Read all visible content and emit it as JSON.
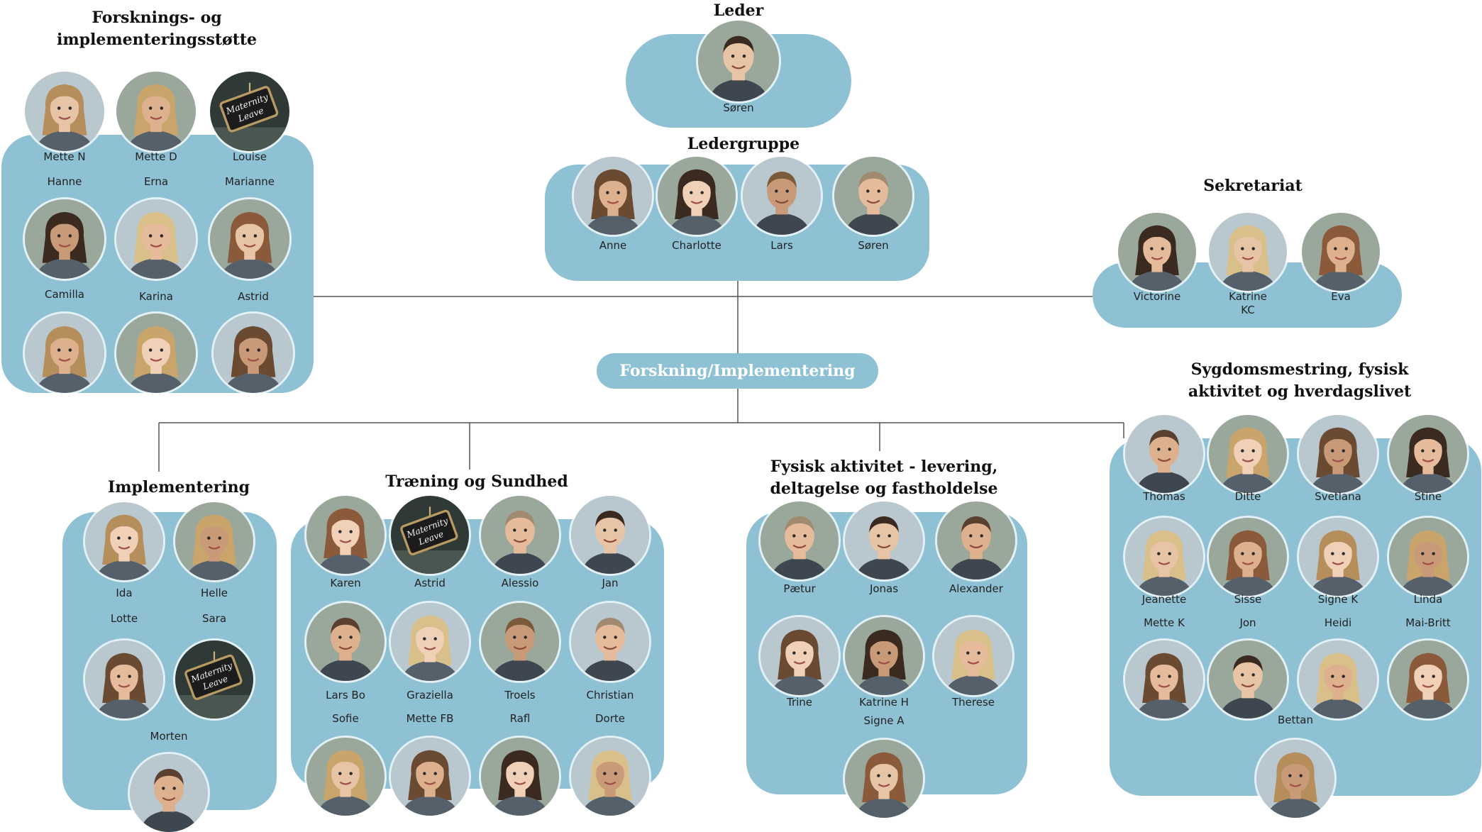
{
  "colors": {
    "panel": "#8fc1d4",
    "connector": "#555555",
    "heading": "#111111",
    "name": "#222222"
  },
  "hub_label": "Forskning/Implementering",
  "groups": [
    {
      "id": "leder",
      "heading": "Leder",
      "members": [
        {
          "name": "Søren",
          "photo": "man-photo"
        }
      ]
    },
    {
      "id": "ledergruppe",
      "heading": "Ledergruppe",
      "members": [
        {
          "name": "Anne",
          "photo": "woman-photo"
        },
        {
          "name": "Charlotte",
          "photo": "woman-photo"
        },
        {
          "name": "Lars",
          "photo": "man-photo"
        },
        {
          "name": "Søren",
          "photo": "man-photo"
        }
      ]
    },
    {
      "id": "forskningsstotte",
      "heading": "Forsknings- og\nimplementeringsstøtte",
      "members": [
        {
          "name": "Mette N",
          "photo": "woman-photo"
        },
        {
          "name": "Mette D",
          "photo": "woman-photo"
        },
        {
          "name": "Louise",
          "photo": "maternity-leave-sign"
        },
        {
          "name": "Hanne",
          "photo": "woman-photo"
        },
        {
          "name": "Erna",
          "photo": "woman-photo"
        },
        {
          "name": "Marianne",
          "photo": "woman-photo"
        },
        {
          "name": "Camilla",
          "photo": "woman-photo"
        },
        {
          "name": "Karina",
          "photo": "woman-photo"
        },
        {
          "name": "Astrid",
          "photo": "woman-photo"
        }
      ]
    },
    {
      "id": "sekretariat",
      "heading": "Sekretariat",
      "members": [
        {
          "name": "Victorine",
          "photo": "woman-photo"
        },
        {
          "name": "Katrine\nKC",
          "photo": "woman-photo"
        },
        {
          "name": "Eva",
          "photo": "woman-photo"
        }
      ]
    },
    {
      "id": "implementering",
      "heading": "Implementering",
      "members": [
        {
          "name": "Ida",
          "photo": "woman-photo"
        },
        {
          "name": "Helle",
          "photo": "woman-photo"
        },
        {
          "name": "Lotte",
          "photo": "woman-photo"
        },
        {
          "name": "Sara",
          "photo": "maternity-leave-sign"
        },
        {
          "name": "Morten",
          "photo": "man-photo"
        }
      ]
    },
    {
      "id": "traening",
      "heading": "Træning og Sundhed",
      "members": [
        {
          "name": "Karen",
          "photo": "woman-photo"
        },
        {
          "name": "Astrid",
          "photo": "maternity-leave-sign"
        },
        {
          "name": "Alessio",
          "photo": "man-photo"
        },
        {
          "name": "Jan",
          "photo": "man-photo"
        },
        {
          "name": "Lars Bo",
          "photo": "man-photo"
        },
        {
          "name": "Graziella",
          "photo": "woman-photo"
        },
        {
          "name": "Troels",
          "photo": "man-photo"
        },
        {
          "name": "Christian",
          "photo": "man-photo"
        },
        {
          "name": "Sofie",
          "photo": "woman-photo"
        },
        {
          "name": "Mette FB",
          "photo": "woman-photo"
        },
        {
          "name": "Rafl",
          "photo": "woman-photo"
        },
        {
          "name": "Dorte",
          "photo": "woman-photo"
        }
      ]
    },
    {
      "id": "fysisk",
      "heading": "Fysisk aktivitet - levering,\ndeltagelse og fastholdelse",
      "members": [
        {
          "name": "Pætur",
          "photo": "man-photo"
        },
        {
          "name": "Jonas",
          "photo": "man-photo"
        },
        {
          "name": "Alexander",
          "photo": "man-photo"
        },
        {
          "name": "Trine",
          "photo": "woman-photo"
        },
        {
          "name": "Katrine H",
          "photo": "woman-photo"
        },
        {
          "name": "Therese",
          "photo": "woman-photo"
        },
        {
          "name": "Signe A",
          "photo": "woman-photo"
        }
      ]
    },
    {
      "id": "sygdom",
      "heading": "Sygdomsmestring, fysisk\naktivitet og hverdagslivet",
      "members": [
        {
          "name": "Thomas",
          "photo": "man-photo"
        },
        {
          "name": "Ditte",
          "photo": "woman-photo"
        },
        {
          "name": "Svetlana",
          "photo": "woman-photo"
        },
        {
          "name": "Stine",
          "photo": "woman-photo"
        },
        {
          "name": "Jeanette",
          "photo": "woman-photo"
        },
        {
          "name": "Sisse",
          "photo": "woman-photo"
        },
        {
          "name": "Signe K",
          "photo": "woman-photo"
        },
        {
          "name": "Linda",
          "photo": "woman-photo"
        },
        {
          "name": "Mette K",
          "photo": "woman-photo"
        },
        {
          "name": "Jon",
          "photo": "man-photo"
        },
        {
          "name": "Heidi",
          "photo": "woman-photo"
        },
        {
          "name": "Mai-Britt",
          "photo": "woman-photo"
        },
        {
          "name": "Bettan",
          "photo": "woman-photo"
        }
      ]
    }
  ]
}
